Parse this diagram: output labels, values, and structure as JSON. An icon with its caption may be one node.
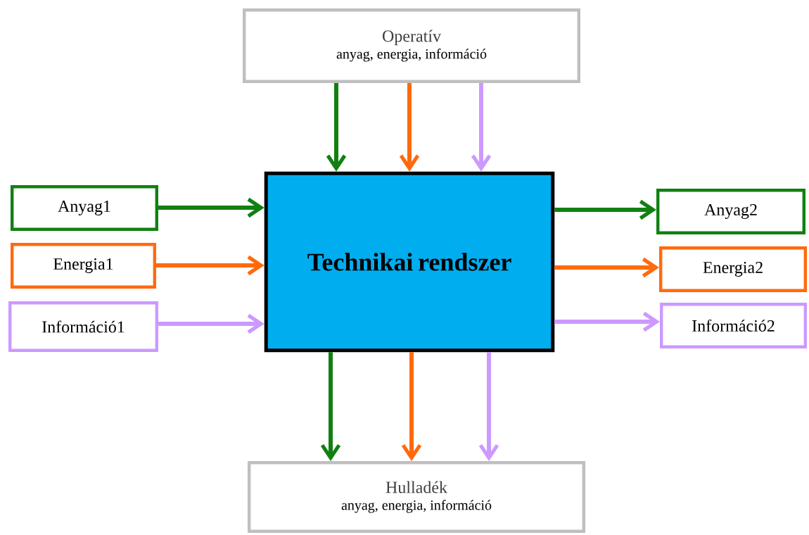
{
  "diagram": {
    "nodes": [
      {
        "text": [
          "Operatív",
          "anyag, energia, információ"
        ]
      },
      {
        "text": [
          "Technikai rendszer"
        ]
      },
      {
        "text": [
          "Anyag1"
        ]
      },
      {
        "text": [
          "Energia1"
        ]
      },
      {
        "text": [
          "Információ1"
        ]
      },
      {
        "text": [
          "Anyag2"
        ]
      },
      {
        "text": [
          "Energia2"
        ]
      },
      {
        "text": [
          "Információ2"
        ]
      },
      {
        "text": [
          "Hulladék",
          "anyag, energia, információ"
        ]
      }
    ],
    "edges": [
      {
        "from": 0,
        "to": 1,
        "arrow": "to",
        "color": "#118011"
      },
      {
        "from": 0,
        "to": 1,
        "arrow": "to",
        "color": "#ff6a0d"
      },
      {
        "from": 0,
        "to": 1,
        "arrow": "to",
        "color": "#cc99ff"
      },
      {
        "from": 2,
        "to": 1,
        "arrow": "to",
        "color": "#118011"
      },
      {
        "from": 3,
        "to": 1,
        "arrow": "to",
        "color": "#ff6a0d"
      },
      {
        "from": 4,
        "to": 1,
        "arrow": "to",
        "color": "#cc99ff"
      },
      {
        "from": 1,
        "to": 5,
        "arrow": "to",
        "color": "#118011"
      },
      {
        "from": 1,
        "to": 6,
        "arrow": "to",
        "color": "#ff6a0d"
      },
      {
        "from": 1,
        "to": 7,
        "arrow": "to",
        "color": "#cc99ff"
      },
      {
        "from": 1,
        "to": 8,
        "arrow": "to",
        "color": "#118011"
      },
      {
        "from": 1,
        "to": 8,
        "arrow": "to",
        "color": "#ff6a0d"
      },
      {
        "from": 1,
        "to": 8,
        "arrow": "to",
        "color": "#cc99ff"
      }
    ]
  }
}
